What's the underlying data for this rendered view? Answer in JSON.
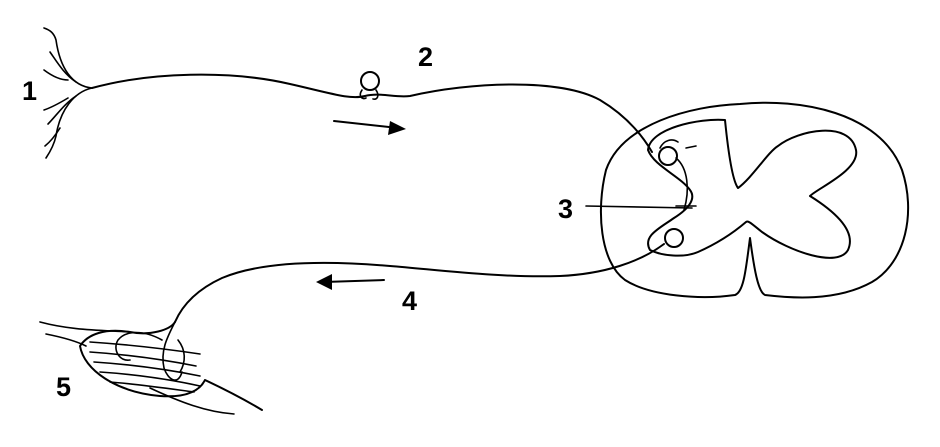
{
  "labels": {
    "receptor": "1",
    "sensory_neuron": "2",
    "interneuron": "3",
    "motor_neuron": "4",
    "effector_muscle": "5"
  },
  "arrows": {
    "sensory_direction": "right",
    "motor_direction": "left"
  }
}
